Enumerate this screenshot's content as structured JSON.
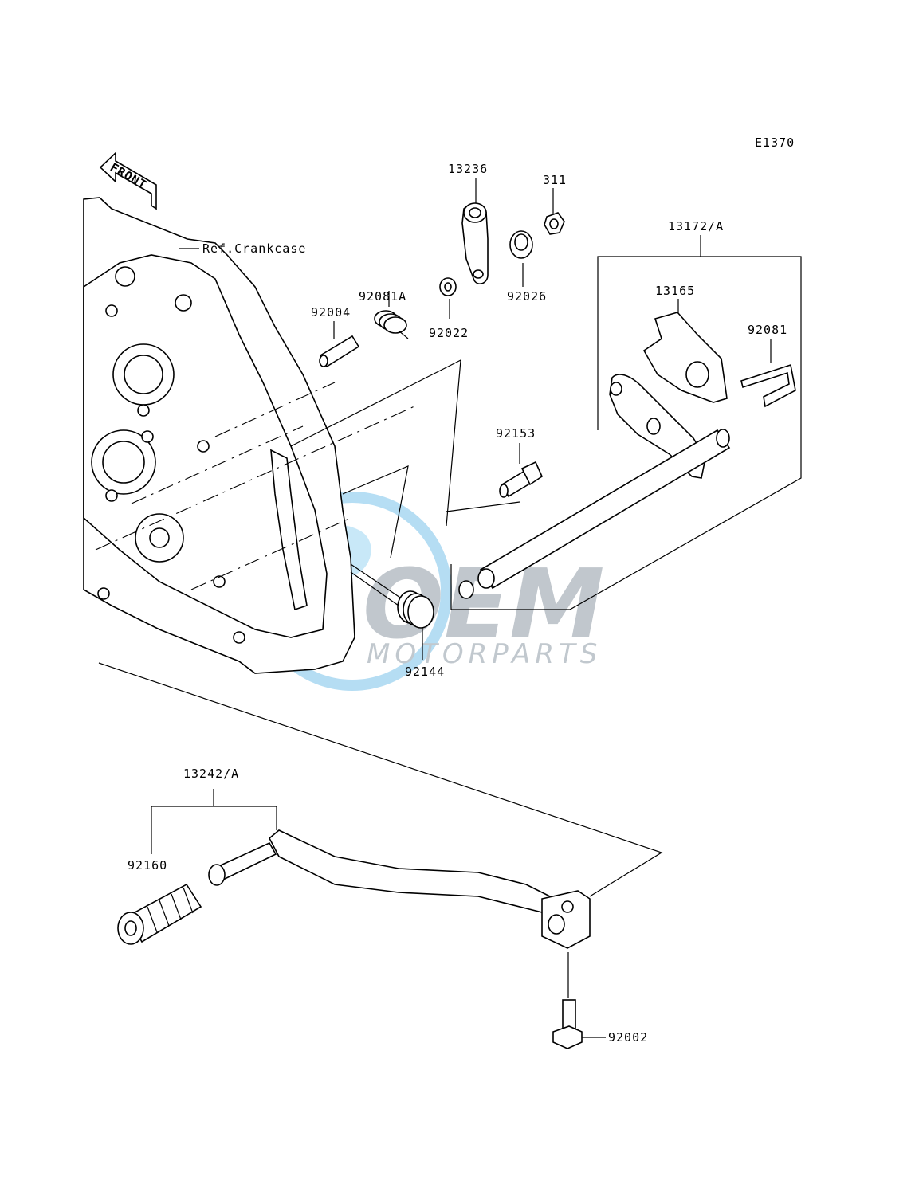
{
  "diagram": {
    "code": "E1370",
    "front_label": "FRONT",
    "ref_label": "Ref.Crankcase",
    "parts": {
      "p13236": "13236",
      "p311": "311",
      "p13172A": "13172/A",
      "p92081A": "92081A",
      "p92004": "92004",
      "p92022": "92022",
      "p92026": "92026",
      "p13165": "13165",
      "p92081": "92081",
      "p92153": "92153",
      "p92144": "92144",
      "p13242A": "13242/A",
      "p92160": "92160",
      "p92002": "92002"
    }
  },
  "watermark": {
    "brand": "OEM",
    "sub": "MOTORPARTS",
    "colors": {
      "ring": "#9fd3f0",
      "gray": "#b5bcc3"
    }
  }
}
